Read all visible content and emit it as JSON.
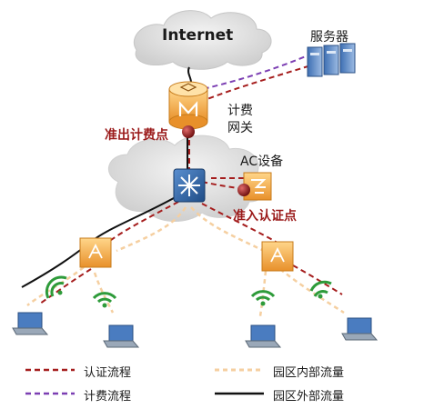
{
  "nodes": {
    "internet": "Internet",
    "server": "服务器",
    "gateway_line1": "计费",
    "gateway_line2": "网关",
    "ac": "AC设备"
  },
  "annotations": {
    "exit_point": "准出计费点",
    "entry_point": "准入认证点"
  },
  "legend": [
    {
      "label": "认证流程",
      "color": "#a51d1d",
      "style": "dashed"
    },
    {
      "label": "计费流程",
      "color": "#7c3fb3",
      "style": "dashed"
    },
    {
      "label": "园区内部流量",
      "color": "#f5cfa0",
      "style": "dashed"
    },
    {
      "label": "园区外部流量",
      "color": "#111111",
      "style": "solid"
    }
  ],
  "colors": {
    "auth": "#a51d1d",
    "billing": "#7c3fb3",
    "internal": "#f5cfa0",
    "external": "#111111",
    "device_orange": "#f2a93b",
    "switch_blue": "#2f5f9e",
    "wifi_green": "#2e9b3a"
  }
}
